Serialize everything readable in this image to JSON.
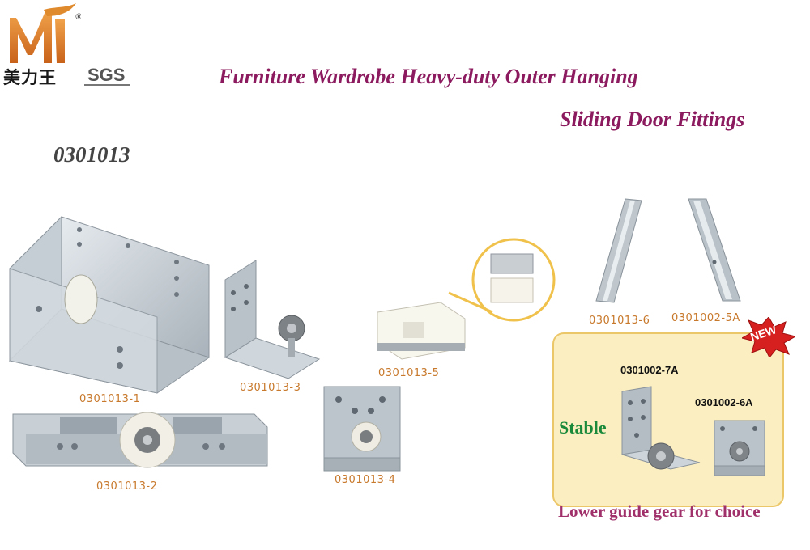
{
  "brand": {
    "chinese_name": "美力王",
    "registered_mark": "®",
    "cert": "SGS",
    "logo_letter": "M"
  },
  "title": {
    "line1": "Furniture Wardrobe Heavy-duty Outer Hanging",
    "line2": "Sliding Door Fittings"
  },
  "model_number": "0301013",
  "parts": [
    {
      "code": "0301013-1",
      "icon": "u-channel-hanger-icon"
    },
    {
      "code": "0301013-2",
      "icon": "roller-plate-icon"
    },
    {
      "code": "0301013-3",
      "icon": "bracket-roller-icon"
    },
    {
      "code": "0301013-4",
      "icon": "bracket-roller-icon"
    },
    {
      "code": "0301013-5",
      "icon": "plastic-guide-block-icon"
    },
    {
      "code": "0301013-6",
      "icon": "aluminum-track-icon"
    },
    {
      "code": "0301002-5A",
      "icon": "aluminum-track-icon"
    }
  ],
  "choice_panel": {
    "badge": "NEW",
    "stable_label": "Stable",
    "option_a": "0301002-7A",
    "option_b": "0301002-6A",
    "caption": "Lower guide gear for choice"
  },
  "colors": {
    "title": "#8b1a5e",
    "part_label": "#c8792c",
    "stable": "#1a8a3a",
    "caption": "#a0306a",
    "panel_bg": "#fbeec1",
    "badge": "#d62020"
  }
}
